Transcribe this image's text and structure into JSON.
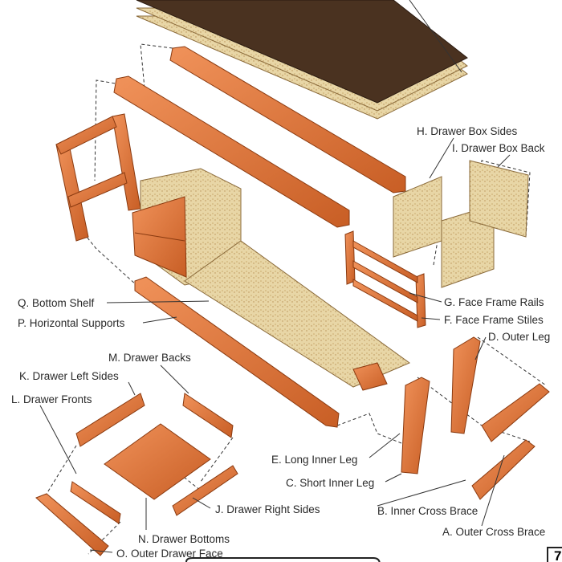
{
  "labels": {
    "h": "H. Drawer Box Sides",
    "i": "I. Drawer Box Back",
    "q": "Q. Bottom Shelf",
    "p": "P. Horizontal Supports",
    "g": "G. Face Frame Rails",
    "f": "F. Face Frame Stiles",
    "d": "D. Outer Leg",
    "m": "M. Drawer Backs",
    "k": "K. Drawer Left Sides",
    "l": "L. Drawer Fronts",
    "e": "E. Long Inner Leg",
    "c": "C. Short Inner Leg",
    "j": "J. Drawer Right Sides",
    "b": "B. Inner Cross Brace",
    "a": "A. Outer Cross Brace",
    "n": "N. Drawer Bottoms",
    "o": "O. Outer Drawer Face"
  },
  "page_number": "7",
  "colors": {
    "wood": "#d9733a",
    "wood_dark": "#a84b1c",
    "particle": "#e6d3a0",
    "top": "#4a3220"
  }
}
